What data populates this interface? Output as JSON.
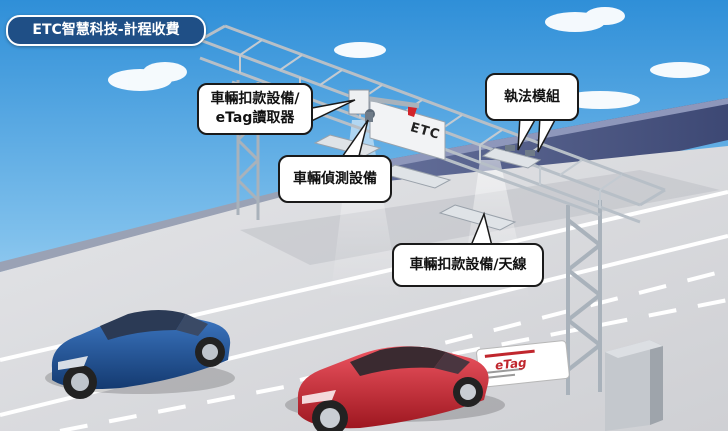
{
  "title_badge": "ETC智慧科技-計程收費",
  "callouts": {
    "reader": [
      "車輛扣款設備/",
      "eTag讀取器"
    ],
    "enforcement": "執法模組",
    "detection": "車輛偵測設備",
    "antenna": "車輛扣款設備/天線"
  },
  "gantry_sign": "ETC",
  "etag_card_logo": "eTag",
  "colors": {
    "sky_top": "#2f8fd8",
    "sky_bottom": "#cfe9f8",
    "road": "#d9d9dc",
    "wall": "#4f5b86",
    "blue_car": "#1c4f93",
    "red_car": "#c8222e",
    "badge": "#1f4f86"
  }
}
